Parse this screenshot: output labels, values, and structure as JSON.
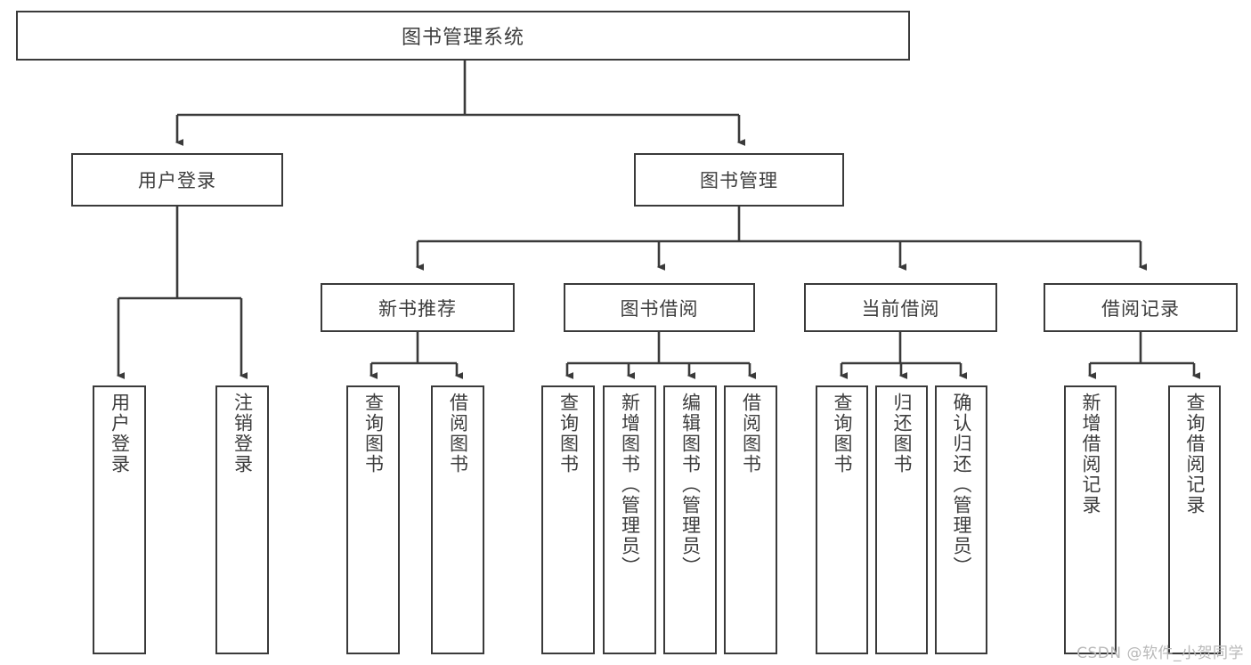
{
  "diagram": {
    "title": "图书管理系统",
    "type": "tree-hierarchy-diagram",
    "watermark": "CSDN @软件_小贺同学",
    "colors": {
      "border": "#3a3a3a",
      "text": "#3d3d3d",
      "background": "#ffffff",
      "watermark": "#b9b9b9"
    },
    "root": {
      "label": "图书管理系统"
    },
    "level1": [
      {
        "label": "用户登录"
      },
      {
        "label": "图书管理"
      }
    ],
    "level2": [
      {
        "label": "新书推荐"
      },
      {
        "label": "图书借阅"
      },
      {
        "label": "当前借阅"
      },
      {
        "label": "借阅记录"
      }
    ],
    "leaves": {
      "user_login": [
        {
          "label": "用户登录"
        },
        {
          "label": "注销登录"
        }
      ],
      "new_book_recommend": [
        {
          "label": "查询图书"
        },
        {
          "label": "借阅图书"
        }
      ],
      "book_borrow": [
        {
          "label": "查询图书"
        },
        {
          "label": "新增图书（管理员）"
        },
        {
          "label": "编辑图书（管理员）"
        },
        {
          "label": "借阅图书"
        }
      ],
      "current_borrow": [
        {
          "label": "查询图书"
        },
        {
          "label": "归还图书"
        },
        {
          "label": "确认归还（管理员）"
        }
      ],
      "borrow_record": [
        {
          "label": "新增借阅记录"
        },
        {
          "label": "查询借阅记录"
        }
      ]
    }
  }
}
